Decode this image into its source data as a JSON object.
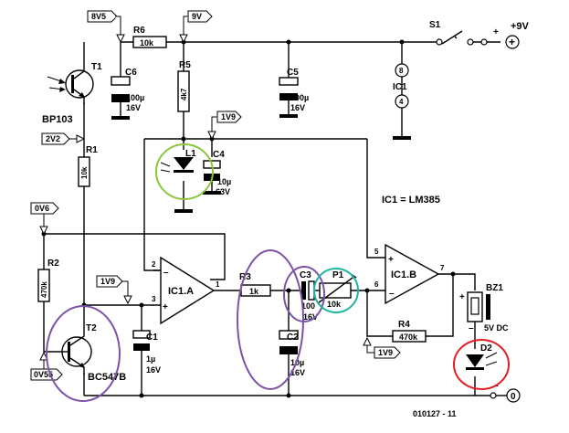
{
  "supply": {
    "v85": "8V5",
    "v9": "9V",
    "v22": "2V2",
    "v19a": "1V9",
    "v19b": "1V9",
    "v19c": "1V9",
    "v06": "0V6",
    "v055": "0V55",
    "plus9": "+9V",
    "plus": "+",
    "minus": "–",
    "zero": "0"
  },
  "components": {
    "T1": "T1",
    "T1_type": "BP103",
    "T2": "T2",
    "T2_type": "BC547B",
    "R1": "R1",
    "R1_val": "10k",
    "R2": "R2",
    "R2_val": "470k",
    "R3": "R3",
    "R3_val": "1k",
    "R4": "R4",
    "R4_val": "470k",
    "R5": "R5",
    "R5_val": "4k7",
    "R6": "R6",
    "R6_val": "10k",
    "C1": "C1",
    "C1_val1": "1µ",
    "C1_val2": "16V",
    "C2": "C2",
    "C2_val1": "10µ",
    "C2_val2": "16V",
    "C3": "C3",
    "C3_val1": "100",
    "C3_val2": "16V",
    "C4": "C4",
    "C4_val1": "10µ",
    "C4_val2": "63V",
    "C5": "C5",
    "C5_val1": "100µ",
    "C5_val2": "16V",
    "C6": "C6",
    "C6_val1": "100µ",
    "C6_val2": "16V",
    "P1": "P1",
    "P1_val": "10k",
    "L1": "L1",
    "D2": "D2",
    "BZ1": "BZ1",
    "BZ1_val": "5V DC",
    "S1": "S1",
    "IC1A": "IC1.A",
    "IC1B": "IC1.B",
    "IC1": "IC1",
    "ic_note": "IC1 = LM385",
    "pin8": "8",
    "pin4": "4"
  },
  "pins": {
    "p2": "2",
    "p3": "3",
    "p1": "1",
    "p5": "5",
    "p6": "6",
    "p7": "7",
    "plusA": "+",
    "minusA": "–",
    "plusB": "+",
    "minusB": "–"
  },
  "figure_code": "010127 - 11",
  "highlight_colors": {
    "light_green": "#8cc63f",
    "purple": "#7b52a8",
    "teal": "#1fb5a0",
    "red": "#e31e24"
  }
}
